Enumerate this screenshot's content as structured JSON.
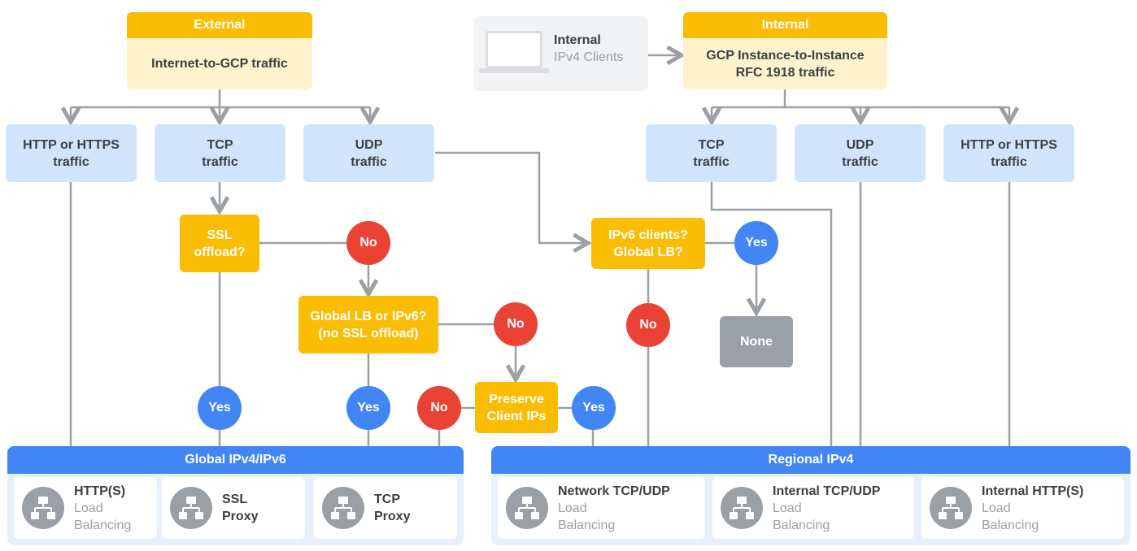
{
  "external": {
    "header": "External",
    "body": "Internet-to-GCP traffic"
  },
  "internal": {
    "header": "Internal",
    "line1": "GCP Instance-to-Instance",
    "line2": "RFC 1918 traffic"
  },
  "clients": {
    "line1": "Internal",
    "line2": "IPv4 Clients"
  },
  "ext_traffic": [
    {
      "l1": "HTTP or HTTPS",
      "l2": "traffic"
    },
    {
      "l1": "TCP",
      "l2": "traffic"
    },
    {
      "l1": "UDP",
      "l2": "traffic"
    }
  ],
  "int_traffic": [
    {
      "l1": "TCP",
      "l2": "traffic"
    },
    {
      "l1": "UDP",
      "l2": "traffic"
    },
    {
      "l1": "HTTP or HTTPS",
      "l2": "traffic"
    }
  ],
  "decisions": {
    "ssl": {
      "l1": "SSL",
      "l2": "offload?"
    },
    "global_lb": {
      "l1": "Global LB or IPv6?",
      "l2": "(no SSL offload)"
    },
    "preserve": {
      "l1": "Preserve",
      "l2": "Client IPs"
    },
    "ipv6": {
      "l1": "IPv6 clients?",
      "l2": "Global LB?"
    }
  },
  "answers": {
    "yes": "Yes",
    "no": "No"
  },
  "none_label": "None",
  "global_section": {
    "title": "Global IPv4/IPv6",
    "cards": [
      {
        "l1": "HTTP(S)",
        "l2": "Load",
        "l3": "Balancing"
      },
      {
        "l1": "SSL",
        "l2": "Proxy"
      },
      {
        "l1": "TCP",
        "l2": "Proxy"
      }
    ]
  },
  "regional_section": {
    "title": "Regional IPv4",
    "cards": [
      {
        "l1": "Network TCP/UDP",
        "l2": "Load",
        "l3": "Balancing"
      },
      {
        "l1": "Internal TCP/UDP",
        "l2": "Load",
        "l3": "Balancing"
      },
      {
        "l1": "Internal HTTP(S)",
        "l2": "Load",
        "l3": "Balancing"
      }
    ]
  },
  "colors": {
    "yellow": "#fbbc04",
    "light_yellow": "#fef3cd",
    "light_blue": "#d2e3fc",
    "blue": "#4285f4",
    "red": "#ea4335",
    "grey": "#9aa0a6"
  }
}
